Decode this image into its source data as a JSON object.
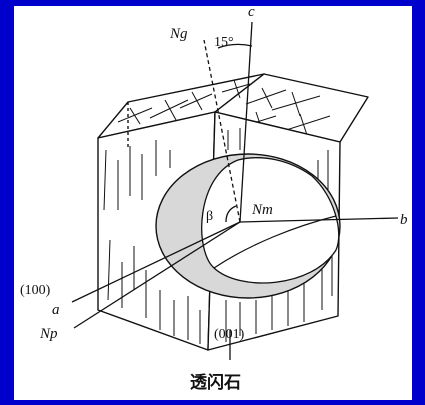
{
  "labels": {
    "c": "c",
    "ng": "Ng",
    "angle": "15°",
    "beta": "β",
    "nm": "Nm",
    "b": "b",
    "face_100": "(100)",
    "a": "a",
    "np": "Np",
    "face_001": "(001)"
  },
  "caption": "透闪石",
  "colors": {
    "frame": "#0000cc",
    "panel": "#ffffff",
    "ellipsoid": "#d8d8d8",
    "line": "#111111"
  }
}
